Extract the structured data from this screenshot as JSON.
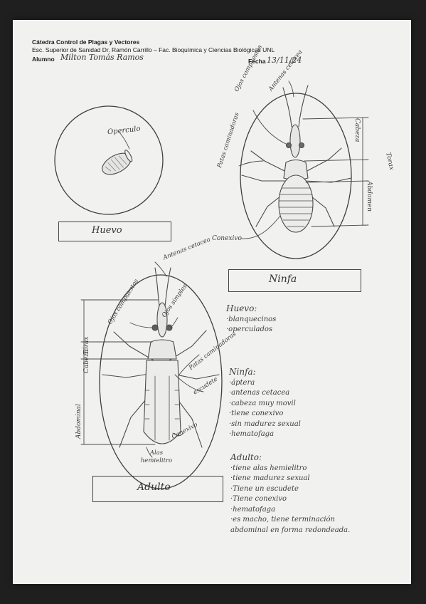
{
  "header": {
    "title": "Cátedra Control de Plagas y Vectores",
    "school": "Esc. Superior de Sanidad Dr. Ramón Carrillo – Fac. Bioquímica y Ciencias Biológicas UNL",
    "student_label": "Alumno",
    "student_name": "Milton Tomás Ramos",
    "date_label": "Fecha",
    "date_value": "13/11/24"
  },
  "egg": {
    "operculum_label": "Operculo",
    "caption": "Huevo"
  },
  "nymph": {
    "labels": {
      "compound_eyes": "Ojos compuestos",
      "antennae": "Antenas cetacea",
      "legs": "Patas caminadoras",
      "head": "Cabeza",
      "thorax": "Torax",
      "abdomen": "Abdomen",
      "connexivum": "Conexivo"
    },
    "caption": "Ninfa"
  },
  "adult": {
    "labels": {
      "antennae": "Antenas cetacea",
      "compound_eyes": "Ojos compuestos",
      "simple_eyes": "Ojos simples",
      "legs": "Patas caminadoras",
      "scutellum": "escudete",
      "connexivum": "Conexivo",
      "wings": "Alas hemielitro",
      "head": "Cabeza",
      "thorax": "Tórax",
      "abdomen": "Abdominal"
    },
    "caption": "Adulto"
  },
  "notes": {
    "egg": {
      "title": "Huevo:",
      "items": [
        "·blanquecinos",
        "·operculados"
      ]
    },
    "nymph": {
      "title": "Ninfa:",
      "items": [
        "·áptera",
        "·antenas cetacea",
        "·cabeza muy movil",
        "·tiene conexivo",
        "·sin madurez sexual",
        "·hematofaga"
      ]
    },
    "adult": {
      "title": "Adulto:",
      "items": [
        "·tiene alas hemielitro",
        "·tiene madurez sexual",
        "·Tiene un escudete",
        "·Tiene conexivo",
        "·hematofaga",
        "·es macho, tiene terminación",
        "abdominal en forma redondeada."
      ]
    }
  }
}
